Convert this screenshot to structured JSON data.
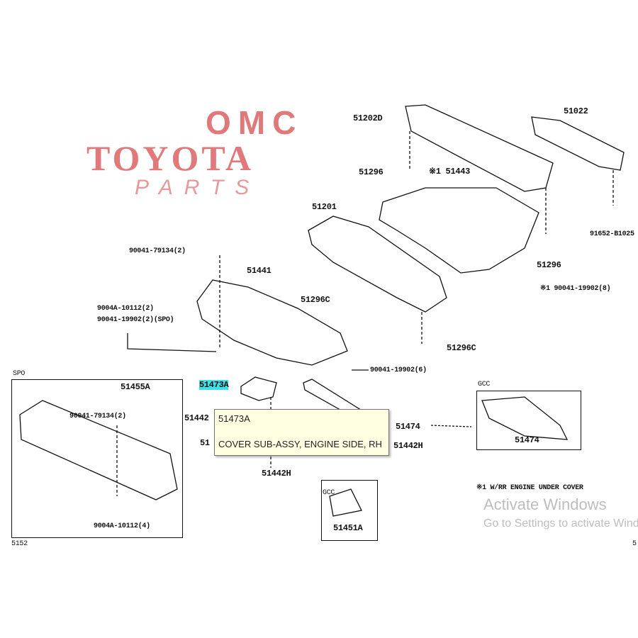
{
  "logo": {
    "line1": "OMC",
    "line2": "TOYOTA",
    "line3": "PARTS"
  },
  "labels": {
    "l51202D": "51202D",
    "l51022": "51022",
    "l51296a": "51296",
    "l51443": "※1 51443",
    "l51201": "51201",
    "l90041_79134_top": "90041-79134(2)",
    "l51441": "51441",
    "l51296b": "51296",
    "l91652": "91652-B1025",
    "l90041_19902_8": "※1 90041-19902(8)",
    "l51296C_a": "51296C",
    "l9004A_2": "9004A-10112(2)",
    "l90041_19902_2": "90041-19902(2)(SPO)",
    "l51296C_b": "51296C",
    "l90041_19902_6": "90041-19902(6)",
    "spo": "SPO",
    "l51455A": "51455A",
    "l90041_79134_spo": "90041-79134(2)",
    "l9004A_4": "9004A-10112(4)",
    "l5152": "5152",
    "l51473A": "51473A",
    "l51442": "51442",
    "l51_partial": "51",
    "l51474": "51474",
    "l51442H_r": "51442H",
    "l51442H_b": "51442H",
    "gcc1": "GCC",
    "l51451A": "51451A",
    "gcc2": "GCC",
    "l51474_box": "51474",
    "note": "※1 W/RR ENGINE UNDER COVER",
    "edge": "5"
  },
  "tooltip": {
    "part_no": "51473A",
    "description": "COVER SUB-ASSY, ENGINE SIDE, RH"
  },
  "watermark": {
    "title": "Activate Windows",
    "subtitle": "Go to Settings to activate Windows."
  },
  "colors": {
    "logo": "#e07a7a",
    "highlight": "#3fe0e8",
    "tooltip_bg": "#ffffe1"
  }
}
